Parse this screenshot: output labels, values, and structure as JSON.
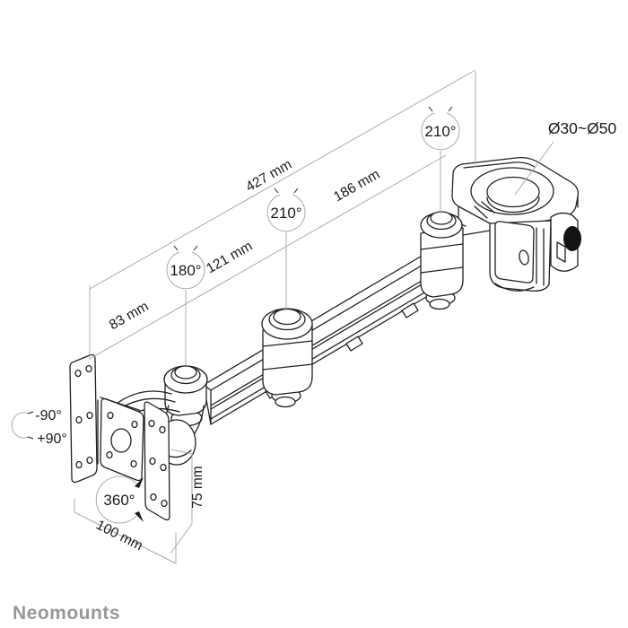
{
  "brand": {
    "logo_text": "Neomounts"
  },
  "annotations": {
    "dim_427": "427 mm",
    "dim_186": "186 mm",
    "dim_121": "121 mm",
    "dim_83": "83 mm",
    "dim_100": "100 mm",
    "dim_75": "75 mm",
    "angle_pole": "210°",
    "angle_mid": "210°",
    "angle_arm": "180°",
    "angle_vesa_rotation": "360°",
    "tilt_up": "-90°",
    "tilt_down": "+90°",
    "pole_diameter": "Ø30~Ø50"
  },
  "colors": {
    "drawing_line": "#212121",
    "dimension_line": "#a9acb0",
    "text": "#1a1a1a",
    "logo_gray": "#98989a",
    "knob_black": "#141414",
    "background": "#ffffff"
  }
}
